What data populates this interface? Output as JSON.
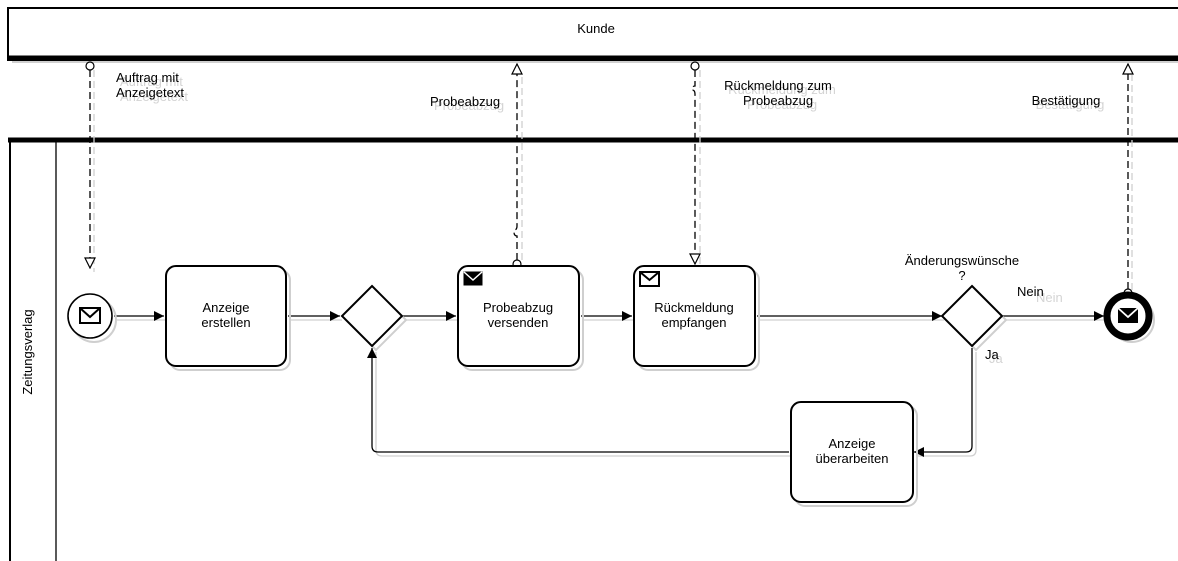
{
  "pools": {
    "customer": "Kunde",
    "publisher": "Zeitungsverlag"
  },
  "messages": {
    "order": "Auftrag mit\nAnzeigetext",
    "proof": "Probeabzug",
    "feedback": "Rückmeldung zum\nProbeabzug",
    "confirmation": "Bestätigung"
  },
  "tasks": {
    "create_ad": "Anzeige\nerstellen",
    "send_proof": "Probeabzug\nversenden",
    "receive_feedback": "Rückmeldung\nempfangen",
    "revise_ad": "Anzeige\nüberarbeiten"
  },
  "gateway": {
    "question": "Änderungswünsche\n?",
    "no": "Nein",
    "yes": "Ja"
  },
  "icons": {
    "start": "envelope-icon",
    "end": "envelope-filled-icon",
    "send": "envelope-filled-icon",
    "receive": "envelope-icon"
  }
}
